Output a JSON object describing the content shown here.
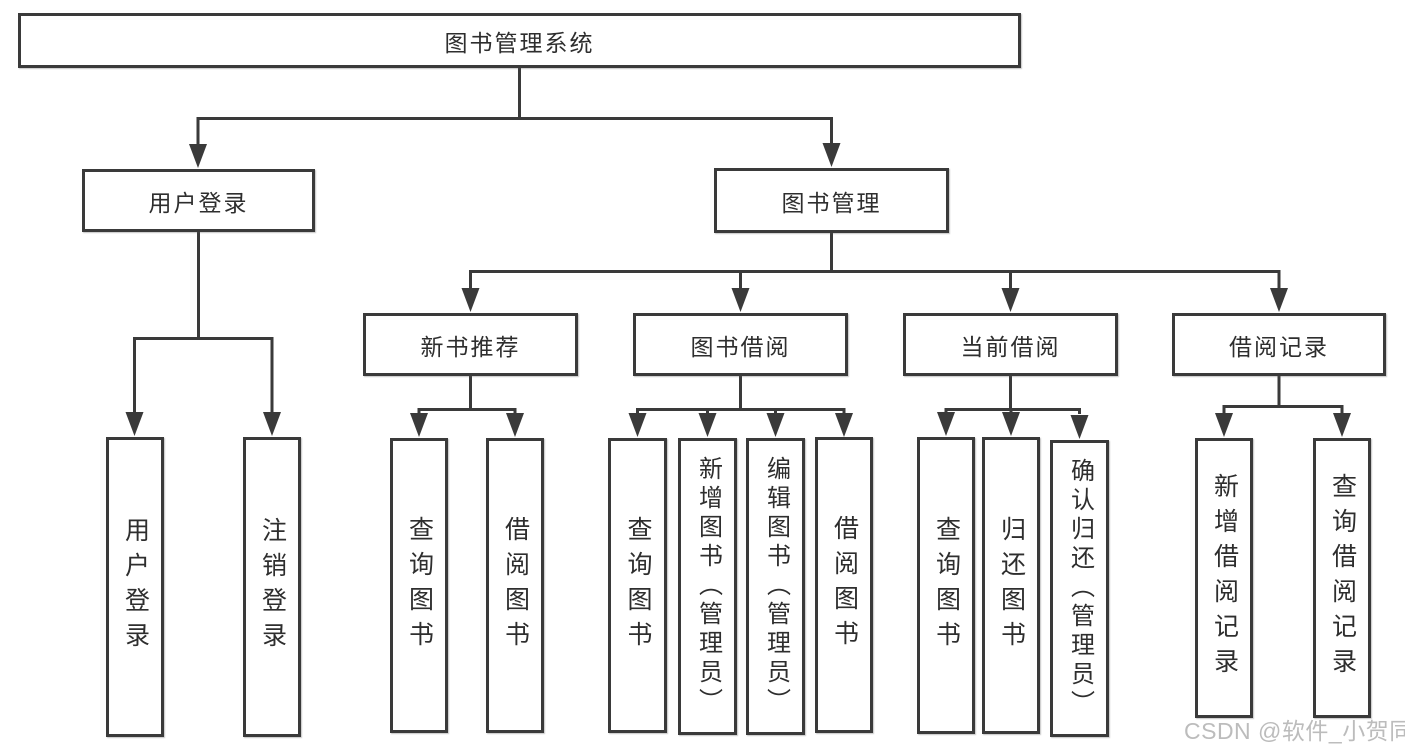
{
  "diagram": {
    "root": {
      "label": "图书管理系统"
    },
    "branches": [
      {
        "label": "用户登录",
        "children": [
          {
            "label": "用户登录"
          },
          {
            "label": "注销登录"
          }
        ]
      },
      {
        "label": "图书管理",
        "children": [
          {
            "label": "新书推荐",
            "children": [
              {
                "label": "查询图书"
              },
              {
                "label": "借阅图书"
              }
            ]
          },
          {
            "label": "图书借阅",
            "children": [
              {
                "label": "查询图书"
              },
              {
                "label": "新增图书（管理员）"
              },
              {
                "label": "编辑图书（管理员）"
              },
              {
                "label": "借阅图书"
              }
            ]
          },
          {
            "label": "当前借阅",
            "children": [
              {
                "label": "查询图书"
              },
              {
                "label": "归还图书"
              },
              {
                "label": "确认归还（管理员）"
              }
            ]
          },
          {
            "label": "借阅记录",
            "children": [
              {
                "label": "新增借阅记录"
              },
              {
                "label": "查询借阅记录"
              }
            ]
          }
        ]
      }
    ]
  },
  "watermark": {
    "text": "CSDN @软件_小贺同学"
  },
  "colors": {
    "line": "#3a3a3a",
    "box_border": "#3a3a3a",
    "box_fill": "#ffffff",
    "text": "#2e2e2e",
    "watermark": "#bcbcbc",
    "background": "#ffffff"
  }
}
